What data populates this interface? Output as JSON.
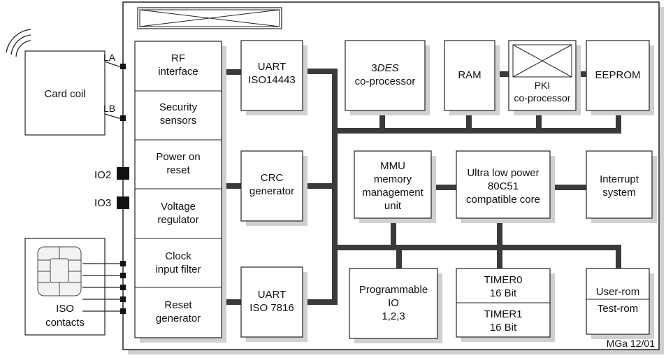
{
  "card_coil": {
    "label": "Card coil",
    "pin_a": "LA",
    "pin_b": "LB"
  },
  "iso_contacts": {
    "line1": "ISO",
    "line2": "contacts"
  },
  "io_pins": {
    "io2": "IO2",
    "io3": "IO3"
  },
  "left_column": [
    {
      "line1": "RF",
      "line2": "interface"
    },
    {
      "line1": "Security",
      "line2": "sensors"
    },
    {
      "line1": "Power on",
      "line2": "reset"
    },
    {
      "line1": "Voltage",
      "line2": "regulator"
    },
    {
      "line1": "Clock",
      "line2": "input filter"
    },
    {
      "line1": "Reset",
      "line2": "generator"
    }
  ],
  "uart_iso14443": {
    "line1": "UART",
    "line2": "ISO14443"
  },
  "crc_generator": {
    "line1": "CRC",
    "line2": "generator"
  },
  "uart_iso7816": {
    "line1": "UART",
    "line2": "ISO 7816"
  },
  "des_coprocessor": {
    "prefix": "3",
    "italic": "DES",
    "line2": "co-processor"
  },
  "ram": {
    "label": "RAM"
  },
  "pki_coprocessor": {
    "line1": "PKI",
    "line2": "co-processor"
  },
  "eeprom": {
    "label": "EEPROM"
  },
  "mmu": {
    "line1": "MMU",
    "line2": "memory",
    "line3": "management",
    "line4": "unit"
  },
  "core": {
    "line1": "Ultra low power",
    "line2": "80C51",
    "line3": "compatible core"
  },
  "interrupt": {
    "line1": "Interrupt",
    "line2": "system"
  },
  "programmable_io": {
    "line1": "Programmable",
    "line2": "IO",
    "line3": "1,2,3"
  },
  "timer0": {
    "line1": "TIMER0",
    "line2": "16 Bit"
  },
  "timer1": {
    "line1": "TIMER1",
    "line2": "16 Bit"
  },
  "rom": {
    "user": "User-rom",
    "test": "Test-rom"
  },
  "credit": "MGa 12/01",
  "colors": {
    "bus": "#3a3a3a",
    "shadow": "#cfcfcf",
    "line": "#222222"
  }
}
